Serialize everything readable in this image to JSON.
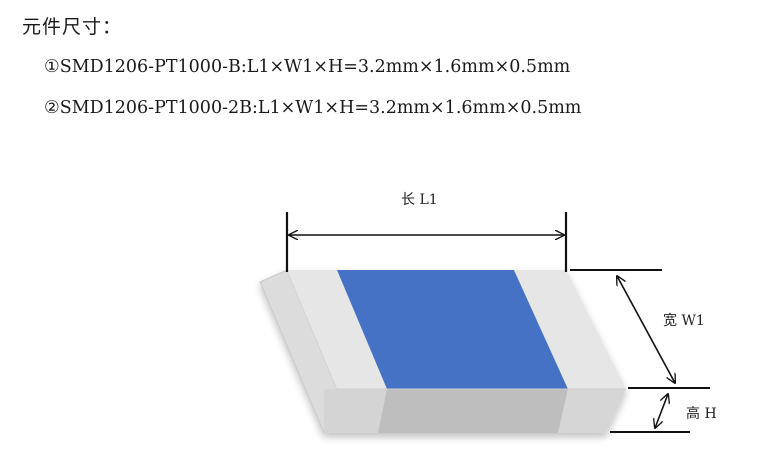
{
  "heading": "元件尺寸：",
  "specs": [
    {
      "marker": "①",
      "text": "SMD1206-PT1000-B:L1×W1×H=3.2mm×1.6mm×0.5mm"
    },
    {
      "marker": "②",
      "text": "SMD1206-PT1000-2B:L1×W1×H=3.2mm×1.6mm×0.5mm"
    }
  ],
  "diagram": {
    "length_label": "长 L1",
    "width_label": "宽 W1",
    "height_label": "高 H",
    "colors": {
      "resistive_layer": "#4472c4",
      "terminal_light": "#e4e4e4",
      "terminal_side": "#d2d2d2",
      "body_side": "#bdbdbd"
    }
  }
}
